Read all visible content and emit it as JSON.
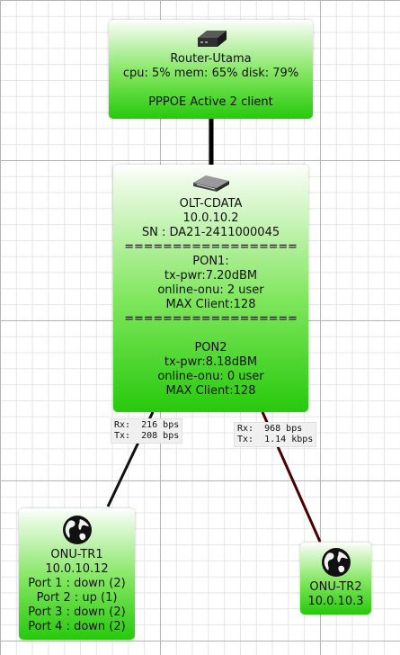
{
  "router": {
    "name": "Router-Utama",
    "stats": "cpu: 5% mem: 65% disk: 79%",
    "pppoe": "PPPOE Active 2 client",
    "icon": "router-icon"
  },
  "olt": {
    "name": "OLT-CDATA",
    "ip": "10.0.10.2",
    "sn": "SN : DA21-2411000045",
    "separator": "==================",
    "pon1": {
      "title": "PON1:",
      "tx": "tx-pwr:7.20dBM",
      "online": "online-onu: 2 user",
      "max": "MAX Client:128"
    },
    "pon2": {
      "title": "PON2",
      "tx": "tx-pwr:8.18dBM",
      "online": "online-onu: 0 user",
      "max": "MAX Client:128"
    },
    "icon": "olt-switch-icon"
  },
  "onu1": {
    "name": "ONU-TR1",
    "ip": "10.0.10.12",
    "ports": [
      "Port 1 : down (2)",
      "Port 2 : up (1)",
      "Port 3 : down (2)",
      "Port 4 : down (2)"
    ],
    "icon": "globe-icon"
  },
  "onu2": {
    "name": "ONU-TR2",
    "ip": "10.0.10.3",
    "icon": "globe-icon"
  },
  "links": {
    "onu1": {
      "rx": "Rx:  216 bps",
      "tx": "Tx:  208 bps"
    },
    "onu2": {
      "rx": "Rx:  968 bps",
      "tx": "Tx:  1.14 kbps"
    }
  },
  "colors": {
    "node_green": "#27c90d",
    "link_black": "#000000",
    "link_dark_red": "#4a0000"
  }
}
